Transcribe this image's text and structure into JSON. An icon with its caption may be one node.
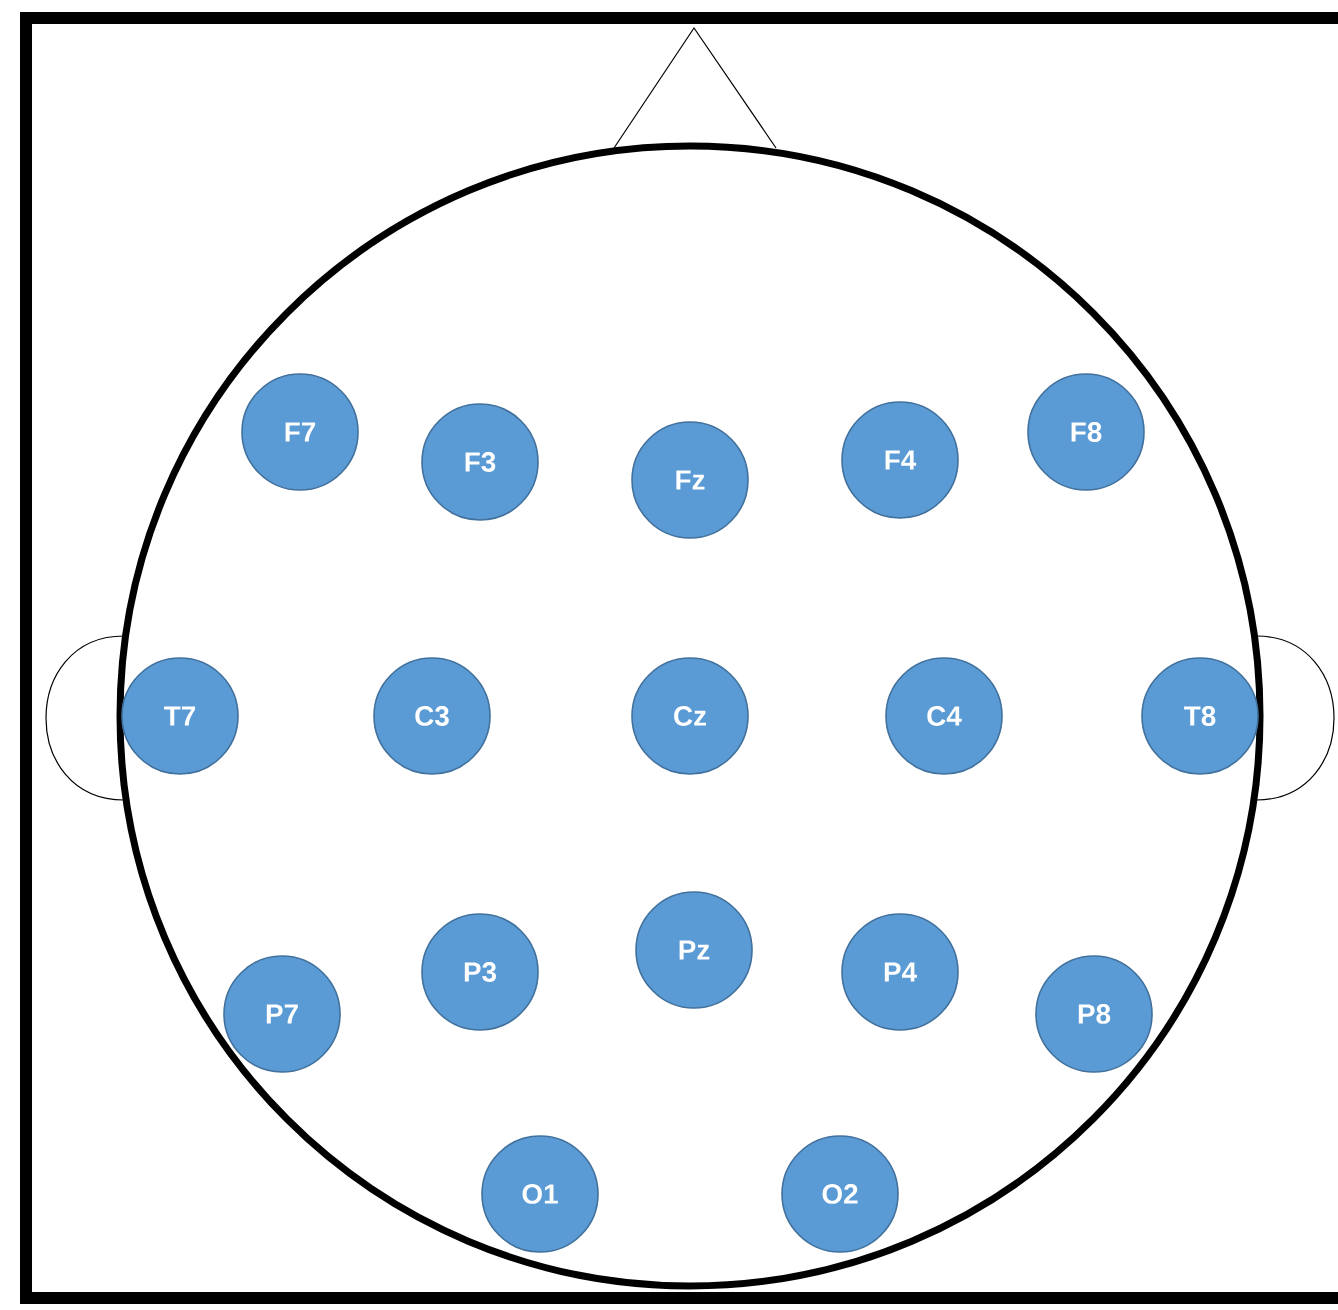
{
  "diagram": {
    "nodes": [
      {
        "text": [
          "F7"
        ]
      },
      {
        "text": [
          "F3"
        ]
      },
      {
        "text": [
          "Fz"
        ]
      },
      {
        "text": [
          "F4"
        ]
      },
      {
        "text": [
          "F8"
        ]
      },
      {
        "text": [
          "T7"
        ]
      },
      {
        "text": [
          "C3"
        ]
      },
      {
        "text": [
          "Cz"
        ]
      },
      {
        "text": [
          "C4"
        ]
      },
      {
        "text": [
          "T8"
        ]
      },
      {
        "text": [
          "P7"
        ]
      },
      {
        "text": [
          "P3"
        ]
      },
      {
        "text": [
          "Pz"
        ]
      },
      {
        "text": [
          "P4"
        ]
      },
      {
        "text": [
          "P8"
        ]
      },
      {
        "text": [
          "O1"
        ]
      },
      {
        "text": [
          "O2"
        ]
      }
    ]
  }
}
